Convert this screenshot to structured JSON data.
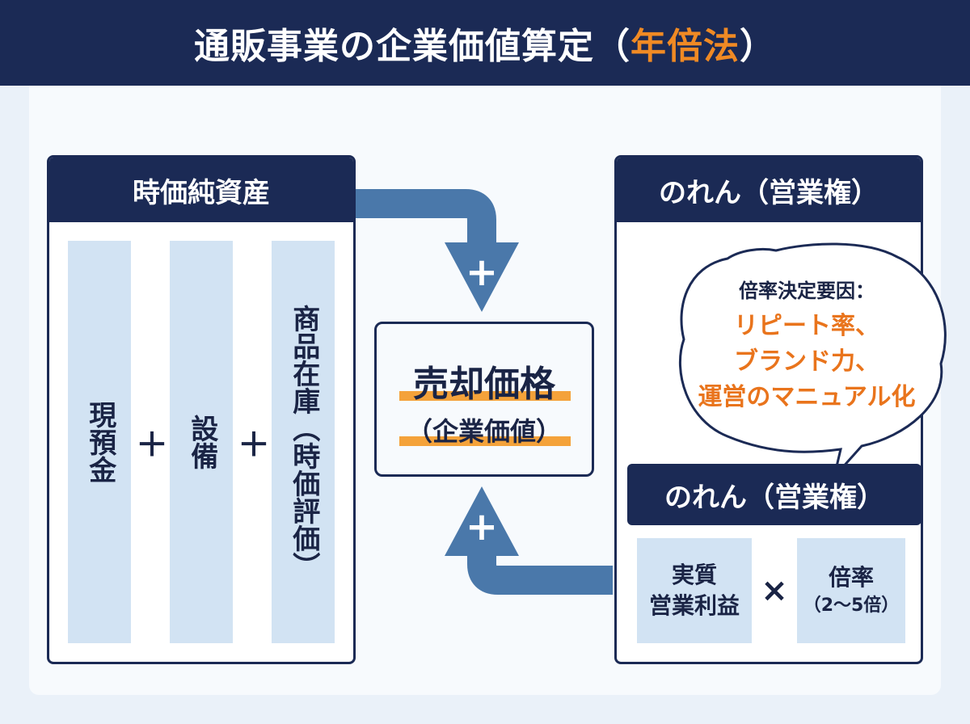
{
  "title": {
    "main": "通販事業の企業価値算定（",
    "accent": "年倍法",
    "close": "）"
  },
  "left_panel": {
    "header": "時価純資産",
    "items": [
      "現預金",
      "設備",
      "商品在庫（時価評価）"
    ],
    "operators": [
      "＋",
      "＋"
    ]
  },
  "center": {
    "main": "売却価格",
    "sub": "（企業価値）"
  },
  "arrows": {
    "top_sign": "+",
    "bottom_sign": "+"
  },
  "right_panel": {
    "header": "のれん（営業権）",
    "bubble": {
      "heading": "倍率決定要因：",
      "factors": [
        "リピート率、",
        "ブランド力、",
        "運営のマニュアル化"
      ]
    },
    "sub_header": "のれん（営業権）",
    "formula": {
      "left_lines": [
        "実質",
        "営業利益"
      ],
      "operator": "×",
      "right_main": "倍率",
      "right_sub": "（2〜5倍）"
    }
  },
  "colors": {
    "navy": "#1b2a55",
    "arrow_blue": "#4a78aa",
    "light_blue": "#d2e3f3",
    "accent_orange": "#e9741c",
    "highlight": "#f4a23a"
  }
}
